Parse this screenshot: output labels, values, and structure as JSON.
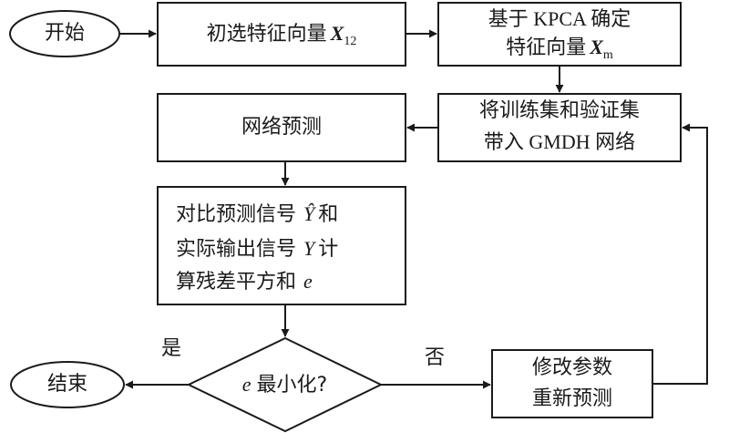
{
  "nodes": {
    "start": {
      "label": "开始"
    },
    "preselect": {
      "label": "初选特征向量",
      "var": "X",
      "sub": "12"
    },
    "kpca": {
      "line1": "基于 KPCA 确定",
      "line2": "特征向量",
      "var": "X",
      "sub": "m"
    },
    "train": {
      "line1": "将训练集和验证集",
      "line2": "带入 GMDH 网络"
    },
    "predict": {
      "label": "网络预测"
    },
    "compare": {
      "line1_prefix": "对比预测信号",
      "line1_var": "Ŷ",
      "line1_suffix": "和",
      "line2_prefix": "实际输出信号",
      "line2_var": "Y",
      "line2_suffix": "计",
      "line3_prefix": "算残差平方和",
      "line3_var": "e"
    },
    "decision": {
      "var": "e",
      "label": "最小化?"
    },
    "modify": {
      "line1": "修改参数",
      "line2": "重新预测"
    },
    "end": {
      "label": "结束"
    }
  },
  "edge_labels": {
    "yes": "是",
    "no": "否"
  }
}
